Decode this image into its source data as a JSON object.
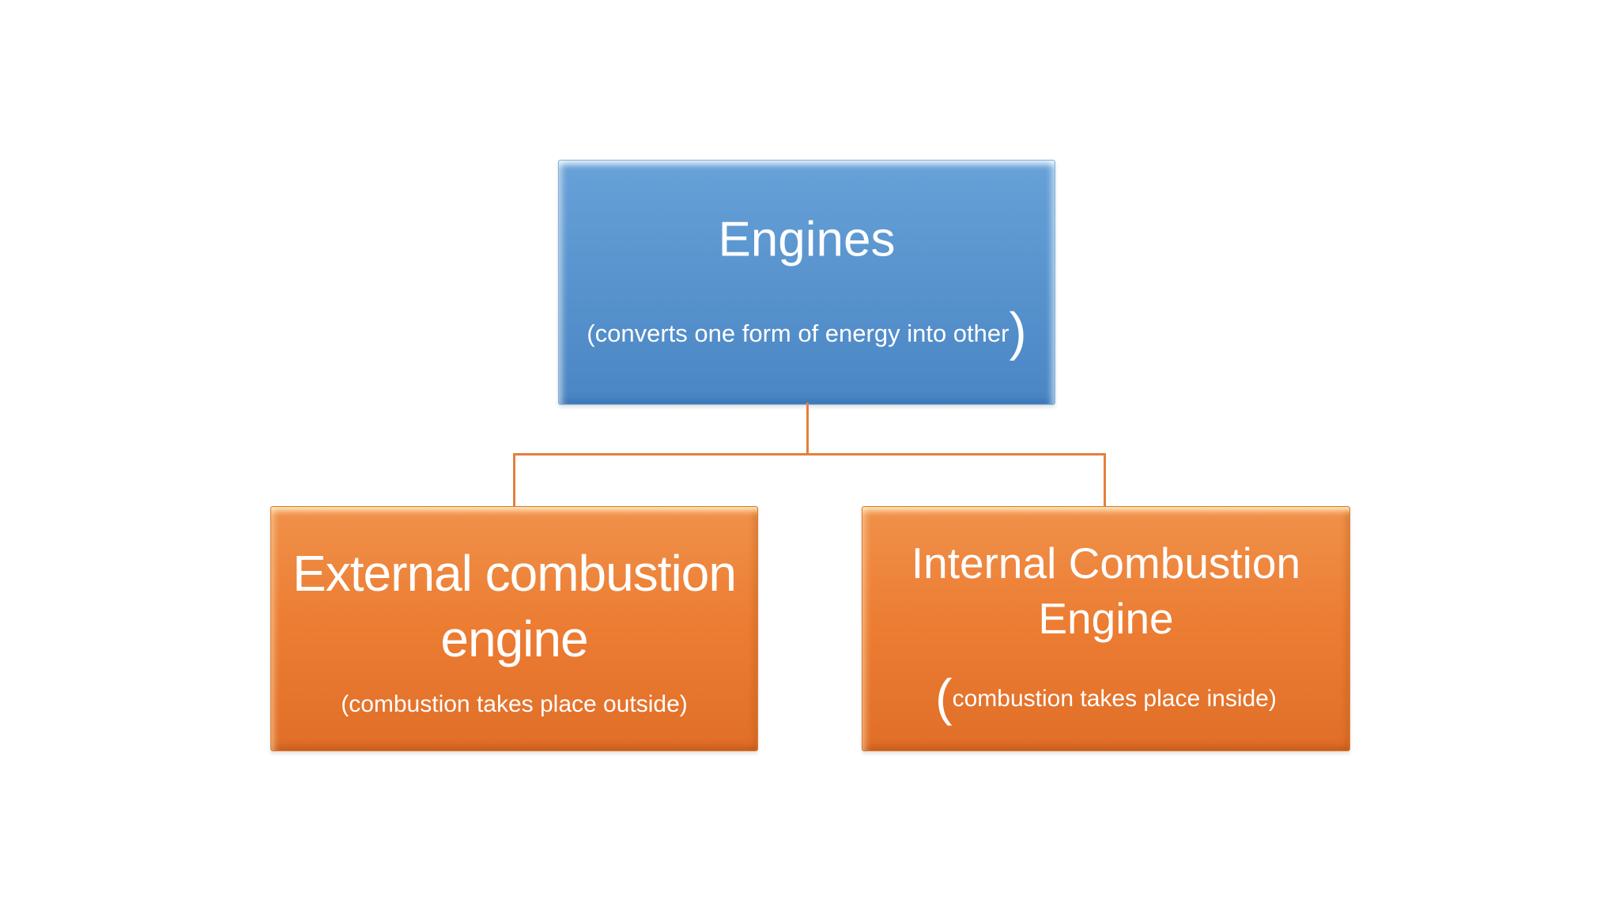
{
  "colors": {
    "canvas-bg": "#ffffff",
    "connector": "#e2803e",
    "blue-top": "#68a1d8",
    "blue-bottom": "#4a86c4",
    "orange-top": "#f0914a",
    "orange-bottom": "#e06e28",
    "node-text": "#ffffff"
  },
  "root": {
    "title": "Engines",
    "subtitle": "(converts one form of energy into other",
    "big_close_paren": ")"
  },
  "left": {
    "title_line1": "External combustion",
    "title_line2": "engine",
    "subtitle": "(combustion takes place outside)"
  },
  "right": {
    "title_line1": "Internal Combustion",
    "title_line2": "Engine",
    "big_open_paren": "(",
    "subtitle": "combustion takes place inside)"
  }
}
